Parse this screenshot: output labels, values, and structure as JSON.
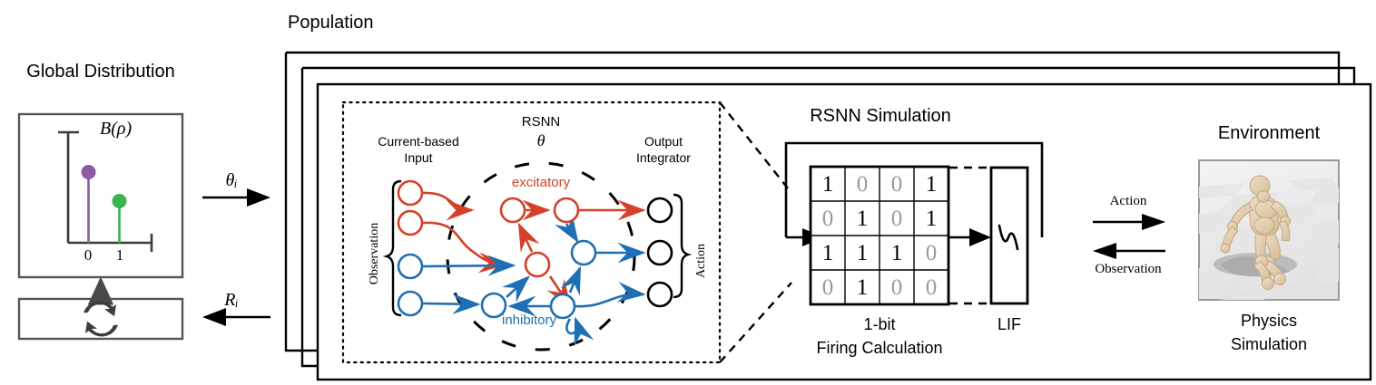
{
  "figure": {
    "domain": "scientific-pipeline-diagram",
    "colors": {
      "excitatory_red": "#d4402a",
      "inhibitory_blue": "#1f6fb4",
      "distribution_purple": "#8b5ba5",
      "distribution_green": "#3cb44b",
      "panel_border": "#555555",
      "ink": "#000000",
      "zero_gray": "#9a9a9a"
    }
  },
  "global_distribution": {
    "title": "Global Distribution",
    "plot_label": "B(ρ)",
    "axis_ticks": [
      "0",
      "1"
    ],
    "bars": [
      {
        "tick": "0",
        "height": 0.78,
        "color": "#8b5ba5"
      },
      {
        "tick": "1",
        "height": 0.46,
        "color": "#3cb44b"
      }
    ],
    "update_box_icon": "refresh-icon"
  },
  "exchange_arrows": {
    "forward_label": "θᵢ",
    "backward_label": "Rᵢ"
  },
  "population": {
    "title": "Population",
    "stack_count": 3
  },
  "rsnn": {
    "title": "RSNN",
    "parameter_symbol": "θ",
    "input_title_line1": "Current-based",
    "input_title_line2": "Input",
    "output_title_line1": "Output",
    "output_title_line2": "Integrator",
    "left_bracket_label": "Observation",
    "right_bracket_label": "Action",
    "excitatory_label": "excitatory",
    "inhibitory_label": "inhibitory",
    "input_nodes": [
      {
        "id": "in1",
        "type": "excitatory"
      },
      {
        "id": "in2",
        "type": "excitatory"
      },
      {
        "id": "in3",
        "type": "inhibitory"
      },
      {
        "id": "in4",
        "type": "inhibitory"
      }
    ],
    "hidden_nodes": [
      {
        "id": "h1",
        "type": "excitatory"
      },
      {
        "id": "h2",
        "type": "excitatory"
      },
      {
        "id": "h3",
        "type": "excitatory"
      },
      {
        "id": "h4",
        "type": "inhibitory"
      },
      {
        "id": "h5",
        "type": "inhibitory"
      },
      {
        "id": "h6",
        "type": "inhibitory"
      }
    ],
    "output_nodes": [
      {
        "id": "out1",
        "type": "integrator"
      },
      {
        "id": "out2",
        "type": "integrator"
      },
      {
        "id": "out3",
        "type": "integrator"
      }
    ]
  },
  "simulation": {
    "title": "RSNN Simulation",
    "caption_line1": "1-bit",
    "caption_line2": "Firing Calculation",
    "lif_label": "LIF",
    "lif_icon": "sine-wave-icon",
    "firing_matrix": [
      [
        "1",
        "0",
        "0",
        "1"
      ],
      [
        "0",
        "1",
        "0",
        "1"
      ],
      [
        "1",
        "1",
        "1",
        "0"
      ],
      [
        "0",
        "1",
        "0",
        "0"
      ]
    ]
  },
  "environment": {
    "title": "Environment",
    "caption_line1": "Physics",
    "caption_line2": "Simulation",
    "action_label": "Action",
    "observation_label": "Observation",
    "image_alt": "humanoid-physics-simulation"
  }
}
